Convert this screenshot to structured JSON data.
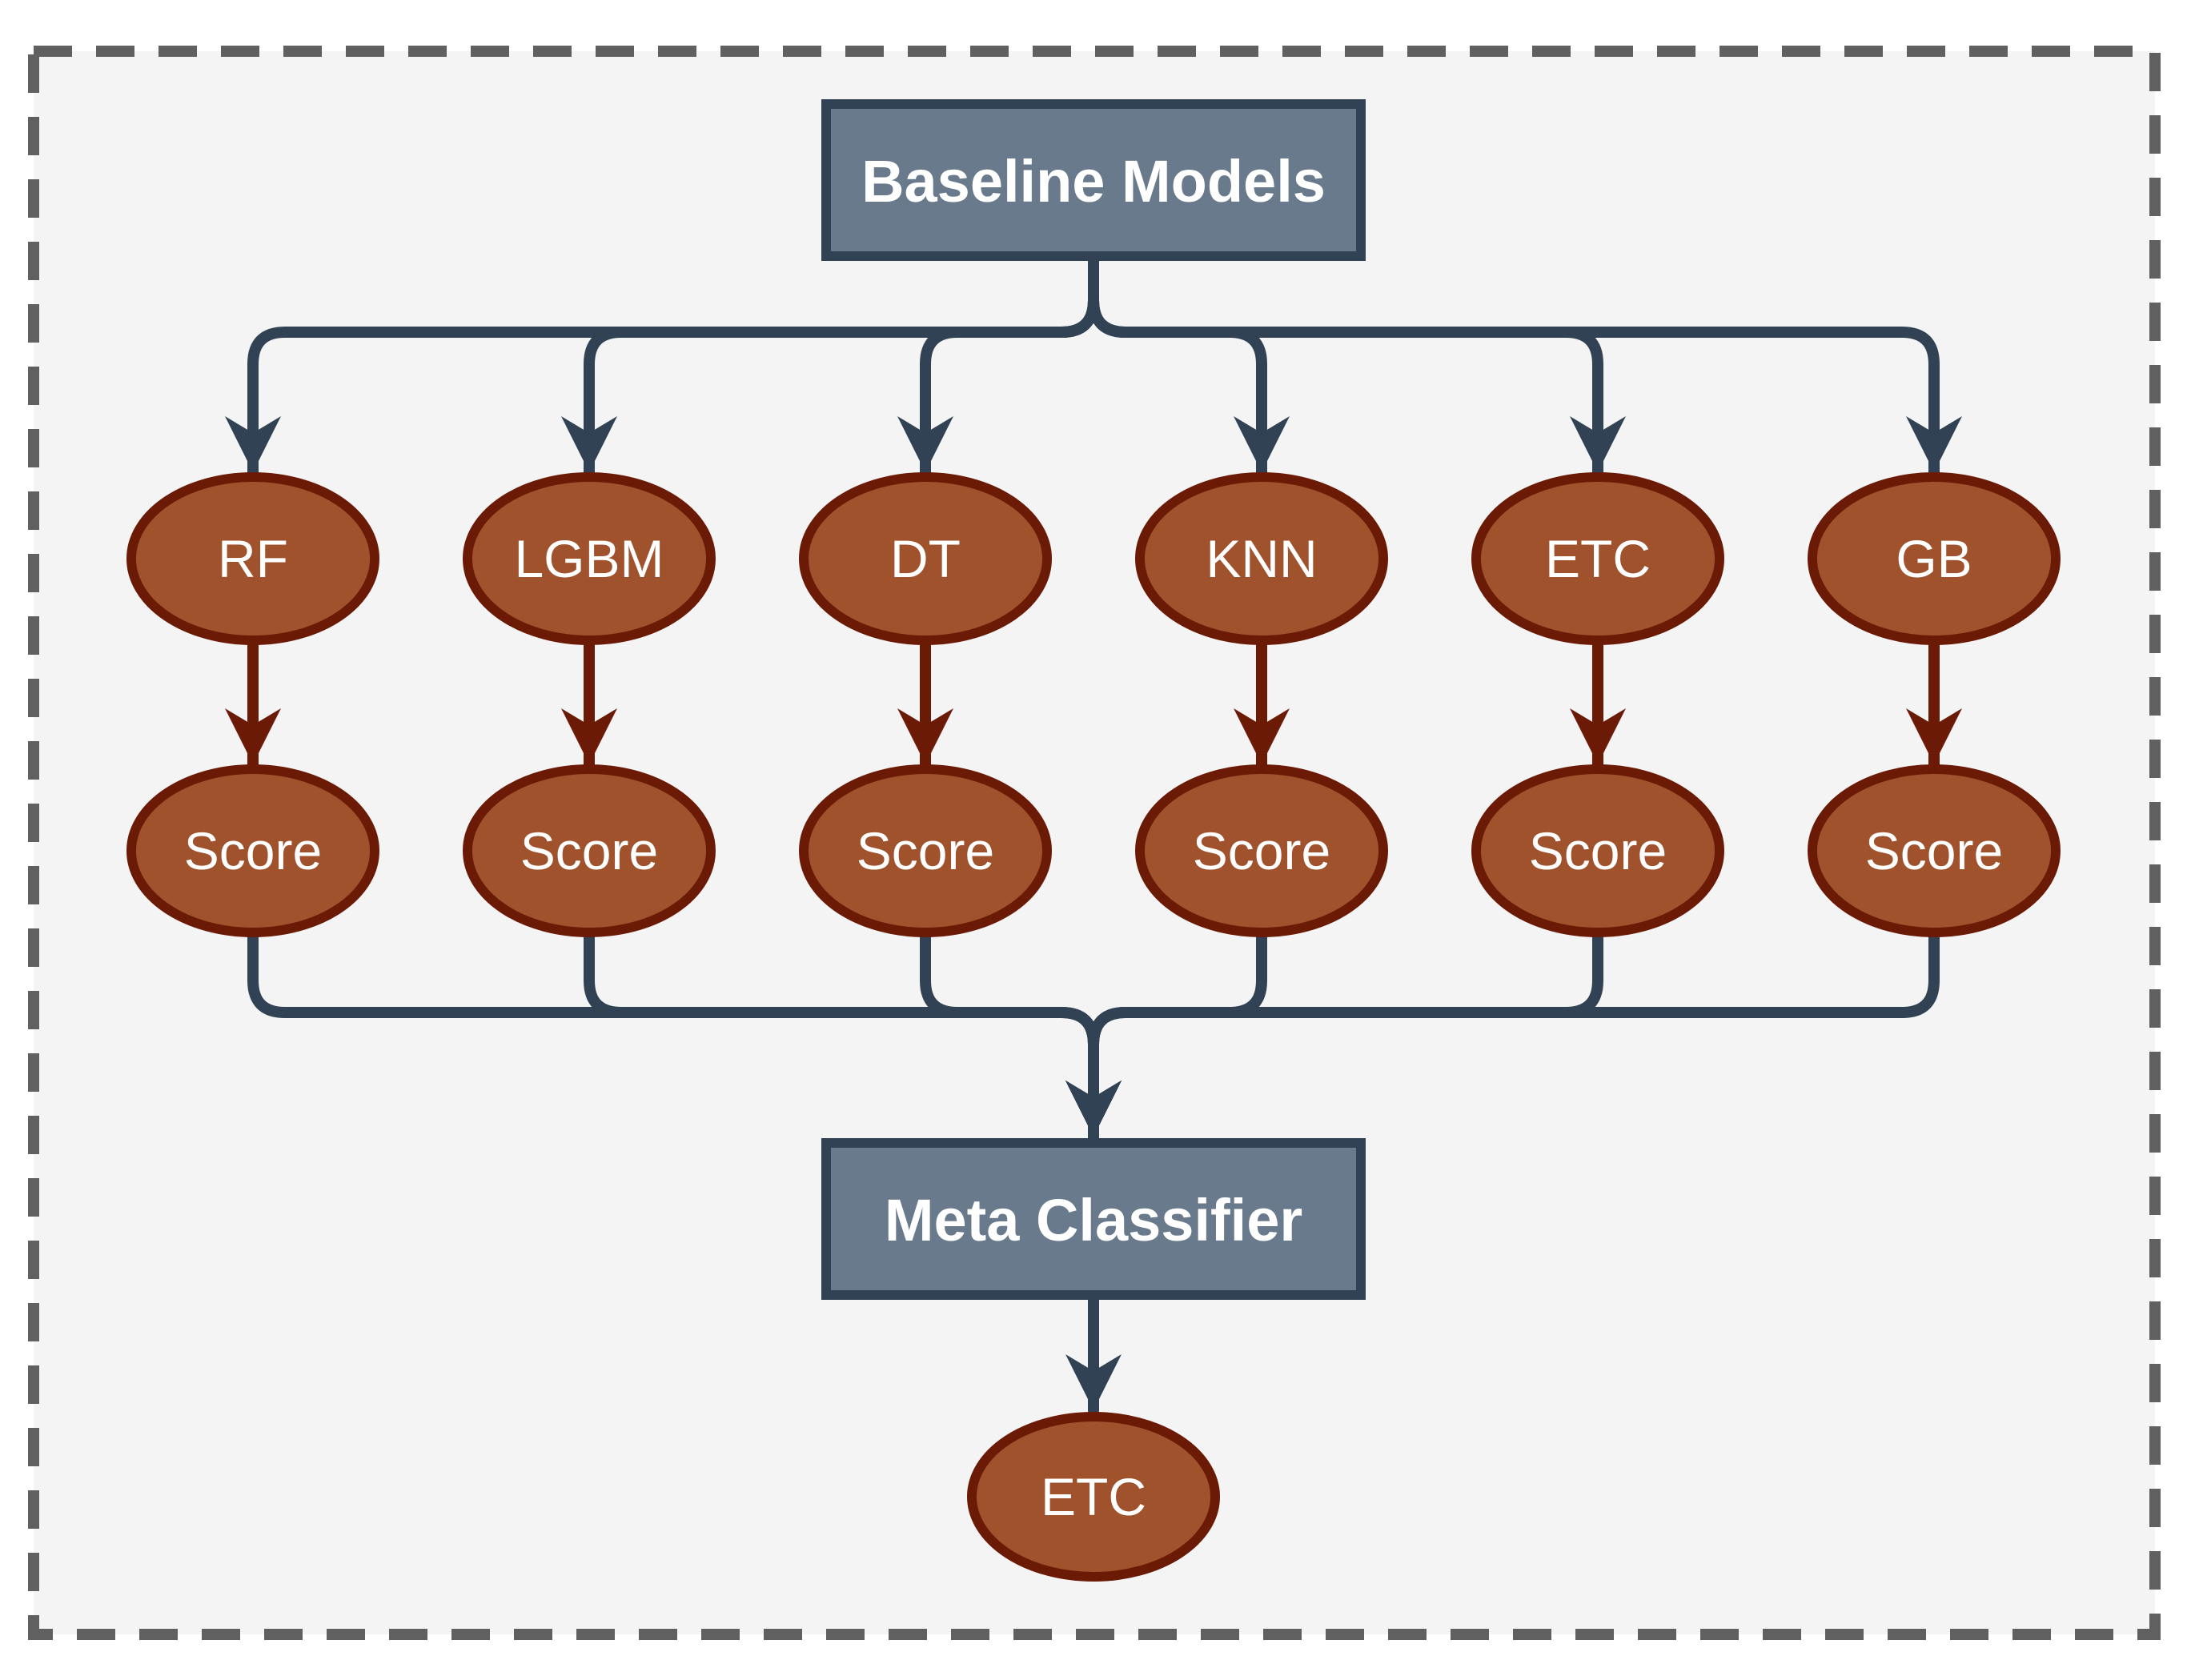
{
  "diagram": {
    "top_box": {
      "label": "Baseline Models"
    },
    "models": [
      {
        "label": "RF",
        "score_label": "Score"
      },
      {
        "label": "LGBM",
        "score_label": "Score"
      },
      {
        "label": "DT",
        "score_label": "Score"
      },
      {
        "label": "KNN",
        "score_label": "Score"
      },
      {
        "label": "ETC",
        "score_label": "Score"
      },
      {
        "label": "GB",
        "score_label": "Score"
      }
    ],
    "meta_box": {
      "label": "Meta Classifier"
    },
    "output": {
      "label": "ETC"
    }
  },
  "colors": {
    "background": "#f4f4f4",
    "frame_dash": "#606060",
    "box_fill": "#687a8c",
    "box_border": "#314255",
    "connector_dark": "#314255",
    "ellipse_fill": "#a0522d",
    "ellipse_border": "#6b1a05",
    "text": "#ffffff"
  }
}
